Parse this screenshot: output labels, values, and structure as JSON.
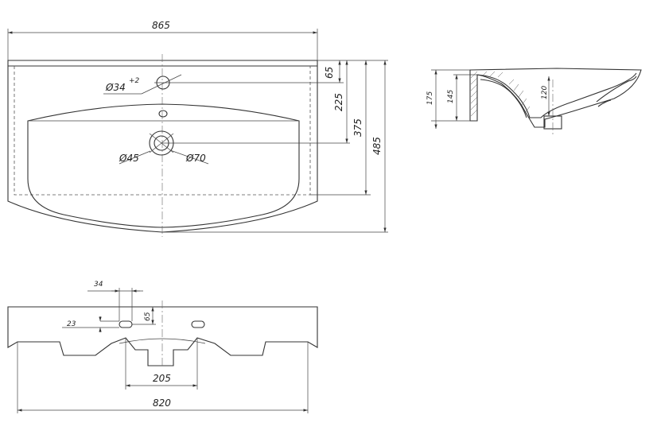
{
  "top_view": {
    "width_label": "865",
    "tap_hole_label": "Ø34",
    "tap_hole_tol": "+2",
    "overflow_label": "Ø45",
    "drain_label": "Ø70",
    "dim_65": "65",
    "dim_225": "225",
    "dim_375": "375",
    "dim_485": "485"
  },
  "side_view": {
    "dim_175": "175",
    "dim_145": "145",
    "dim_120": "120"
  },
  "front_view": {
    "dim_34": "34",
    "dim_23": "23",
    "dim_65": "65",
    "dim_205": "205",
    "dim_820": "820"
  }
}
